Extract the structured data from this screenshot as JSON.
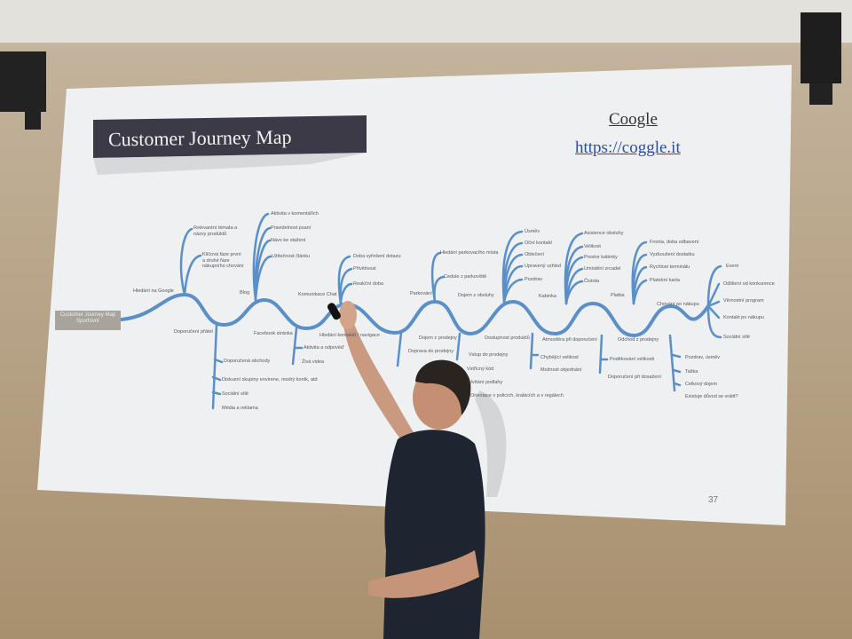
{
  "slide": {
    "title": "Customer Journey Map",
    "tool_name": "Coogle",
    "tool_url": "https://coggle.it",
    "page_number": "37"
  },
  "mindmap": {
    "root": "Customer Journey Map Sportovní",
    "labels": [
      "Hledání na Google",
      "Relevantní témata a názvy produktů",
      "Klíčová fáze první a druhé fáze nákupního chování",
      "Doporučení přátel",
      "Doporučená obchody",
      "Diskusní skupiny envirene, modrý koník, atd",
      "Sociální sítě",
      "Média a reklama",
      "Blog",
      "Aktivita v komentářích",
      "Pravidelnost psaní",
      "Návo ke stažení",
      "Užitečnost článku",
      "Facebook stránka",
      "Aktivita a odpověď",
      "Živá videa",
      "Komunikace Chat",
      "Doba vyřešení dotazu",
      "Přívětivost",
      "Reakční doba",
      "Hledání kontaktů / navigace",
      "Parkování",
      "Hledání parkovacího místa",
      "Cedule z parkoviště",
      "Doprava do prodejny",
      "Dojem z prodejny",
      "Vstup do prodejny",
      "Vstřícný kód",
      "Uvítání podlahy",
      "Orientace v policích, krabicích a v regálech",
      "Dojem z obsluhy",
      "Úsměv",
      "Oční kontakt",
      "Oblečení",
      "Upravený vzhled",
      "Pozdrav",
      "Dostupnost produktů",
      "Kabinka",
      "Asistence obsluhy",
      "Velikost",
      "Prostor kabinky",
      "Umístění zrcadel",
      "Čistota",
      "Atmosféra při doporučení",
      "Chybějící velikost",
      "Možnost objednání",
      "Platba",
      "Fronta, doba odbavení",
      "Vyzkoušení dostatku",
      "Rychlost terminálu",
      "Platební karta",
      "Odchod z prodejny",
      "Poděkování velikosti",
      "Doporučení při dosažení",
      "Chování po nákupu",
      "Event",
      "Odlišení od konkurence",
      "Věrnostní program",
      "Kontakt po nákupu",
      "Sociální sítě",
      "Pozdrav, úsměv",
      "Taška",
      "Celkový dojem",
      "Existuje důvod se vrátit?"
    ]
  },
  "colors": {
    "wall": "#b6a58d",
    "screen": "#eef0f1",
    "branch": "#5b8fc7",
    "title_bg": "#3d3a48",
    "link": "#2a4fa8"
  }
}
